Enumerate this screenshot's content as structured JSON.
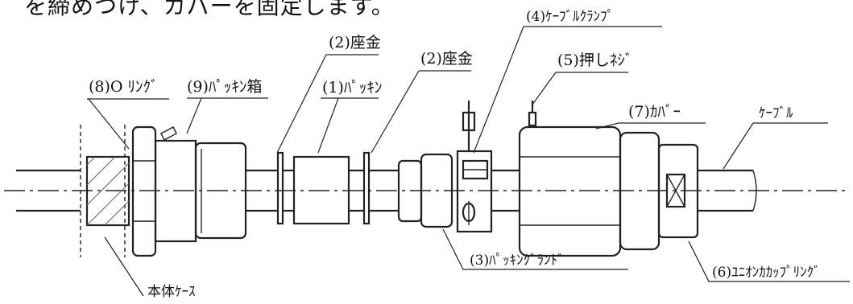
{
  "header_text": "を締めつけ、カバーを固定します。",
  "labels": {
    "o_ring": "(8)O ﾘﾝｸﾞ",
    "packing_box": "(9)ﾊﾟｯｷﾝ箱",
    "washer_1": "(2)座金",
    "packing": "(1)ﾊﾟｯｷﾝ",
    "washer_2": "(2)座金",
    "cable_clamp": "(4)ｹｰﾌﾞﾙｸﾗﾝﾌﾟ",
    "push_screw": "(5)押しﾈｼﾞ",
    "cover": "(7)ｶﾊﾞｰ",
    "cable": "ｹｰﾌﾞﾙ",
    "packing_gland": "(3)ﾊﾟｯｷﾝｸﾞﾗﾝﾄﾞ",
    "body_case": "本体ｹｰｽ",
    "union_coupling": "(6)ﾕﾆｵﾝｶｶｯﾌﾟﾘﾝｸﾞ"
  }
}
